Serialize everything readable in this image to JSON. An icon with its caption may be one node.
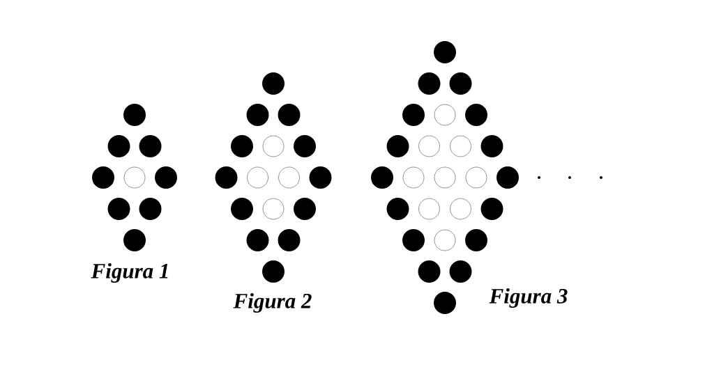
{
  "diagram": {
    "labels": [
      "Figura 1",
      "Figura 2",
      "Figura 3"
    ]
  }
}
